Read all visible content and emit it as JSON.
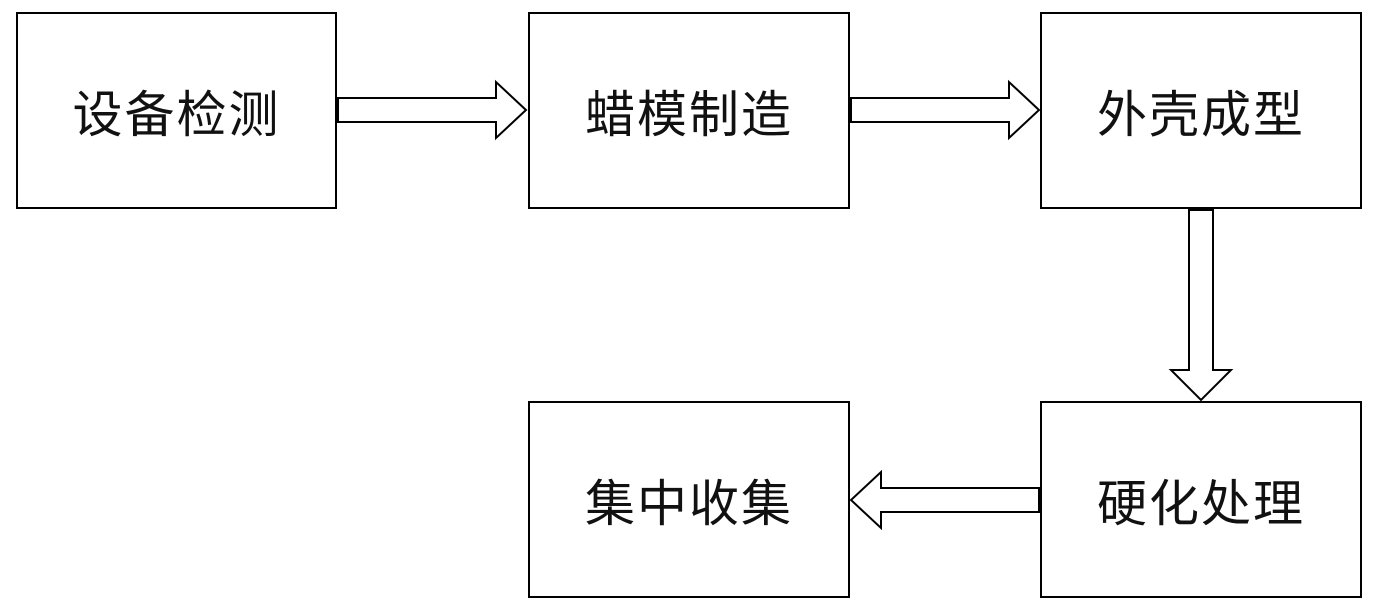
{
  "steps": [
    {
      "label": "设备检测"
    },
    {
      "label": "蜡模制造"
    },
    {
      "label": "外壳成型"
    },
    {
      "label": "硬化处理"
    },
    {
      "label": "集中收集"
    }
  ],
  "connections": [
    {
      "from": "设备检测",
      "to": "蜡模制造",
      "direction": "right"
    },
    {
      "from": "蜡模制造",
      "to": "外壳成型",
      "direction": "right"
    },
    {
      "from": "外壳成型",
      "to": "硬化处理",
      "direction": "down"
    },
    {
      "from": "硬化处理",
      "to": "集中收集",
      "direction": "left"
    }
  ],
  "colors": {
    "border": "#000000",
    "fill": "#ffffff",
    "text": "#111111"
  }
}
